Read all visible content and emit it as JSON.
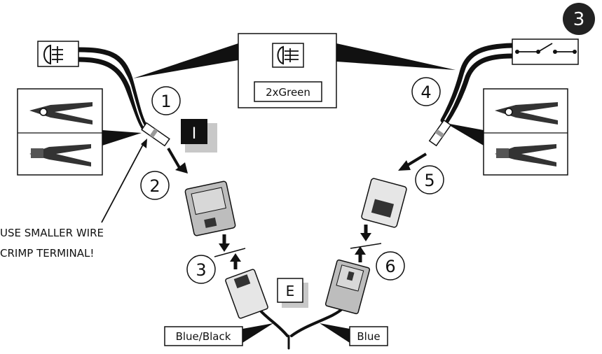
{
  "page_badge": "3",
  "center_label": "2xGreen",
  "steps": [
    "1",
    "2",
    "3",
    "4",
    "5",
    "6"
  ],
  "plug_markers": {
    "left": "I",
    "right": "E"
  },
  "warning": {
    "line1": "USE SMALLER WIRE",
    "line2": "CRIMP TERMINAL!"
  },
  "wire_labels": {
    "left": "Blue/Black",
    "right": "Blue"
  },
  "icons": {
    "fog_light": "fog-light-icon",
    "switch": "switch-icon",
    "stripper": "wire-stripper-icon",
    "crimper": "crimping-tool-icon"
  },
  "colors": {
    "ink": "#111111",
    "badge": "#222222",
    "shadow": "#c8c8c8"
  }
}
